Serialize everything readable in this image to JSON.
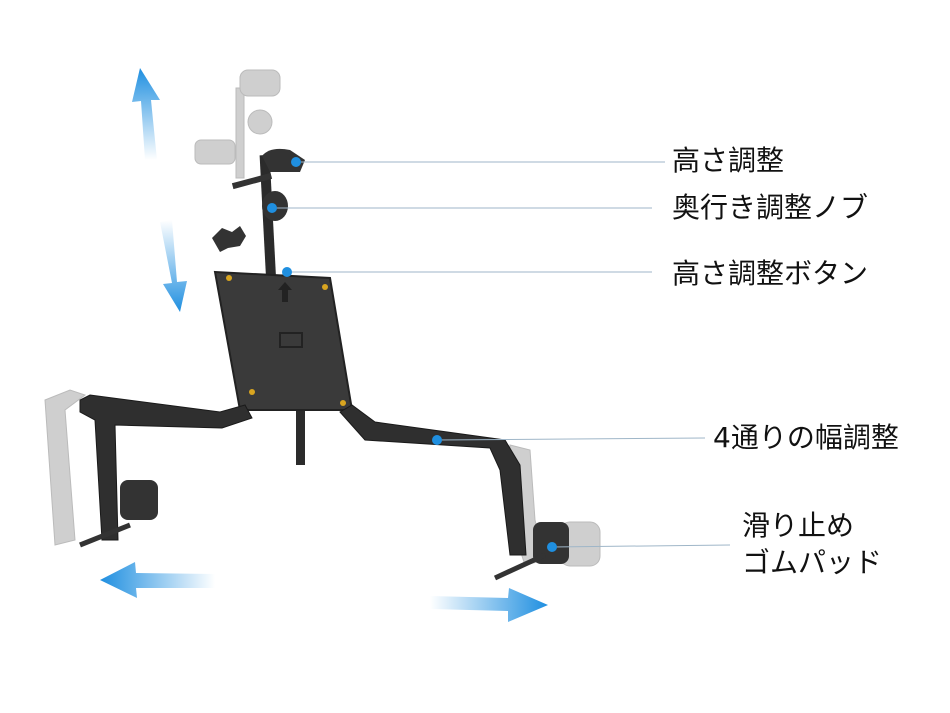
{
  "colors": {
    "accent": "#1f8fe0",
    "leader_line": "#9fb6c8",
    "metal": "#2b2b2b",
    "ghost": "#c8c8c8"
  },
  "labels": {
    "height_adjust": "高さ調整",
    "depth_knob": "奥行き調整ノブ",
    "height_button": "高さ調整ボタン",
    "width_adjust": "4通りの幅調整",
    "rubber_pad_line1": "滑り止め",
    "rubber_pad_line2": "ゴムパッド"
  }
}
